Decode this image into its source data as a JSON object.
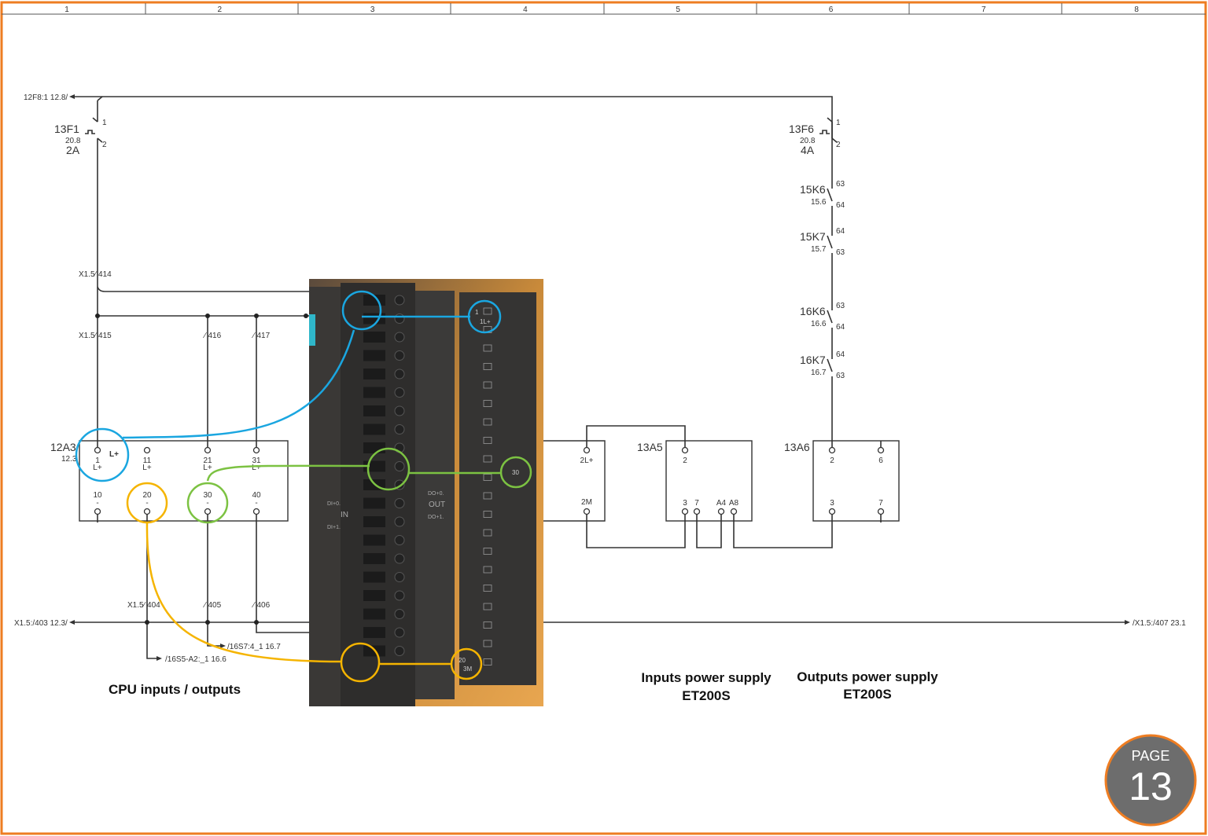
{
  "colors": {
    "border": "#ee7d22",
    "blue": "#1aa6e0",
    "green": "#7cc242",
    "yellow": "#f5b400",
    "badge": "#6d6d6d"
  },
  "columns": [
    "1",
    "2",
    "3",
    "4",
    "5",
    "6",
    "7",
    "8"
  ],
  "refs": {
    "top_in": "12F8:1 12.8/",
    "bottom_in": "X1.5:/403 12.3/",
    "bottom_out": "/X1.5:/407 23.1",
    "ref_16s5": "/16S5-A2:_1 16.6",
    "ref_16s7": "/16S7:4_1 16.7"
  },
  "fuse_left": {
    "name": "13F1",
    "ref": "20.8",
    "rating": "2A",
    "pin1": "1",
    "pin2": "2"
  },
  "fuse_right": {
    "name": "13F6",
    "ref": "20.8",
    "rating": "4A",
    "pin1": "1",
    "pin2": "2"
  },
  "contacts": [
    {
      "name": "15K6",
      "ref": "15.6",
      "top": "63",
      "bottom": "64"
    },
    {
      "name": "15K7",
      "ref": "15.7",
      "top": "64",
      "bottom": "63"
    },
    {
      "name": "16K6",
      "ref": "16.6",
      "top": "63",
      "bottom": "64"
    },
    {
      "name": "16K7",
      "ref": "16.7",
      "top": "64",
      "bottom": "63"
    }
  ],
  "wires": {
    "w414": "X1.5⁄ 414",
    "w415": "X1.5⁄ 415",
    "w416": "⁄ 416",
    "w417": "⁄ 417",
    "w404": "X1.5⁄ 404",
    "w405": "⁄ 405",
    "w406": "⁄ 406"
  },
  "cpu": {
    "name": "12A3",
    "ref": "12.3",
    "lplus": "L+",
    "top": [
      {
        "n": "1",
        "l": "L+"
      },
      {
        "n": "11",
        "l": "L+"
      },
      {
        "n": "21",
        "l": "L+"
      },
      {
        "n": "31",
        "l": "L+"
      }
    ],
    "bottom": [
      {
        "n": "10",
        "l": "-"
      },
      {
        "n": "20",
        "l": "-"
      },
      {
        "n": "30",
        "l": "-"
      },
      {
        "n": "40",
        "l": "-"
      }
    ]
  },
  "et_box": {
    "top": "2L+",
    "bottom": "2M"
  },
  "a5": {
    "name": "13A5",
    "top": "2",
    "bottom": [
      "3",
      "7",
      "A4",
      "A8"
    ]
  },
  "a6": {
    "name": "13A6",
    "top": [
      "2",
      "6"
    ],
    "bottom": [
      "3",
      "7"
    ]
  },
  "captions": {
    "cpu": "CPU inputs / outputs",
    "inputs_1": "Inputs power supply",
    "inputs_2": "ET200S",
    "outputs_1": "Outputs power supply",
    "outputs_2": "ET200S"
  },
  "photo": {
    "in_label": "IN",
    "out_label": "OUT",
    "di0": "DI+0.",
    "di1": "DI+1.",
    "do0": "DO+0.",
    "do1": "DO+1.",
    "pin_1": "1",
    "pin_1l": "1L+",
    "pin_20": "20",
    "pin_30": "30",
    "pin_3m": "3M"
  },
  "badge": {
    "label": "PAGE",
    "number": "13"
  }
}
